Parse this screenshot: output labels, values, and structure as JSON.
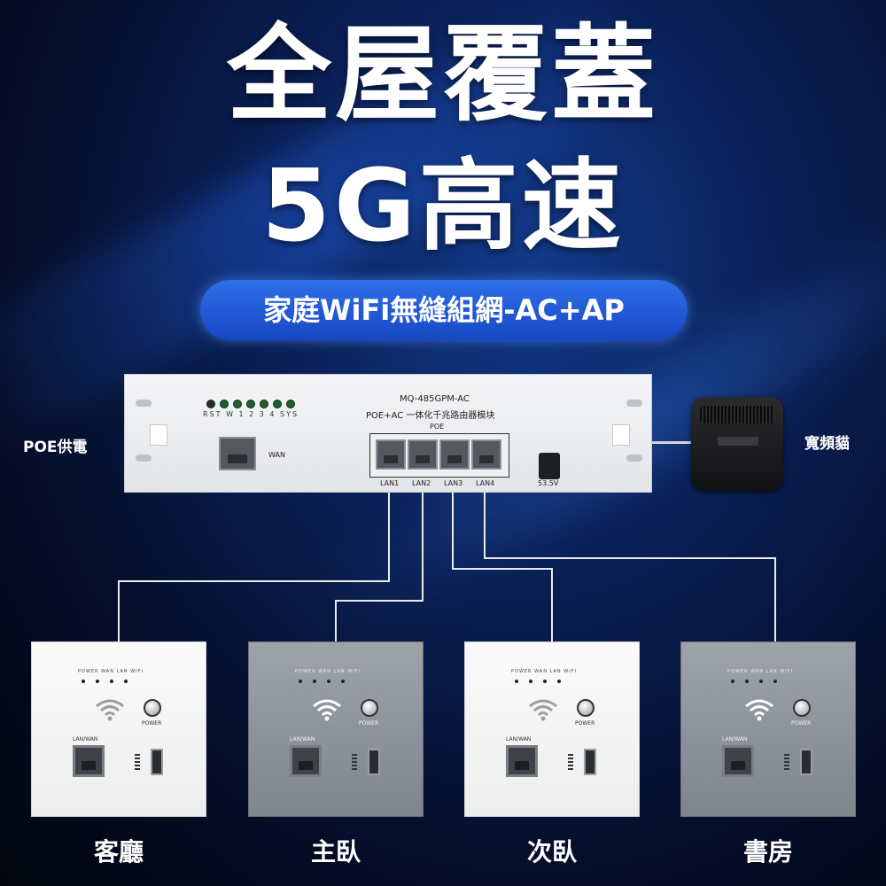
{
  "headline": {
    "line1": "全屋覆蓋",
    "line2": "5G高速"
  },
  "subtitle": "家庭WiFi無縫組網-AC+AP",
  "labels": {
    "poe_power": "POE供電",
    "broadband_modem": "寬頻貓"
  },
  "router": {
    "model": "MQ-485GPM-AC",
    "description": "POE+AC 一体化千兆路由器模块",
    "poe_label": "POE",
    "led_labels": "RST W 1 2 3 4 SYS",
    "wan_label": "WAN",
    "lan_ports": [
      "LAN1",
      "LAN2",
      "LAN3",
      "LAN4"
    ],
    "power_label": "53.5V"
  },
  "panel_text": {
    "leds": "POWER WAN LAN WIFI",
    "power": "POWER",
    "lan": "LAN/WAN"
  },
  "rooms": [
    "客廳",
    "主臥",
    "次臥",
    "書房"
  ],
  "colors": {
    "pill": "#1f55d6",
    "wire": "#e9ecef",
    "background": "#0a1f55"
  }
}
